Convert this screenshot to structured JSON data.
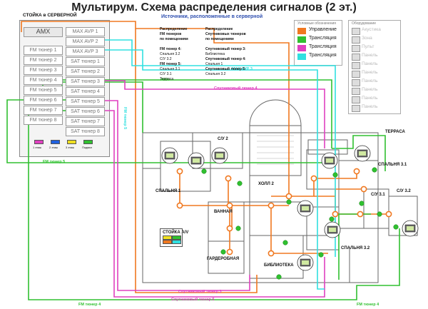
{
  "title": "Мультирум. Схема распределения сигналов (2 эт.)",
  "rack": {
    "label": "СТОЙКА в СЕРВЕРНОЙ",
    "col1": [
      "AMX",
      "FM тюнер 1",
      "FM тюнер 2",
      "FM тюнер 3",
      "FM тюнер 4",
      "FM тюнер 5",
      "FM тюнер 6",
      "FM тюнер 7",
      "FM тюнер 8"
    ],
    "col2": [
      "MAX AVP 1",
      "MAX AVP 2",
      "MAX AVP 3",
      "SAT тюнер 1",
      "SAT тюнер 2",
      "SAT тюнер 3",
      "SAT тюнер 4",
      "SAT тюнер 5",
      "SAT тюнер 6",
      "SAT тюнер 7",
      "SAT тюнер 8"
    ],
    "zones": [
      "1 этаж",
      "2 этаж",
      "3 этаж",
      "Подвал"
    ],
    "zone_colors": [
      "#e040c0",
      "#2060e0",
      "#f0e020",
      "#30c030"
    ]
  },
  "sources": {
    "title": "Источники, расположенные в серверной",
    "left": [
      "Распределение",
      "FM тюнеров",
      "по помещениям",
      "",
      "FM тюнер 4:",
      "Спальня 3.2",
      "С/У 3.2",
      "FM тюнер 5:",
      "Спальня 3.1",
      "С/У 3.1",
      "Терраса"
    ],
    "right": [
      "Распределение",
      "Спутниковых тюнеров",
      "по помещениям",
      "",
      "Спутниковый тюнер 3:",
      "Библиотека",
      "Спутниковый тюнер 4:",
      "Спальня 1",
      "Спутниковый тюнер 5:",
      "Спальня 3.2"
    ]
  },
  "legend": {
    "title": "Условные обозначения",
    "items": [
      {
        "label": "Управление",
        "color": "#f07820"
      },
      {
        "label": "Трансляция",
        "color": "#30c030"
      },
      {
        "label": "Трансляция",
        "color": "#e040c0"
      },
      {
        "label": "Трансляция",
        "color": "#30e0e0"
      }
    ]
  },
  "devices": {
    "title": "Оборудование",
    "items": [
      "Акустика",
      "Зона",
      "Пульт",
      "Панель",
      "Панель",
      "Панель",
      "Панель",
      "Панель",
      "Панель",
      "Панель"
    ]
  },
  "rooms": {
    "su2": "С/У 2",
    "bedroom1": "СПАЛЬНЯ 1",
    "hall2": "ХОЛЛ 2",
    "bath": "ВАННАЯ",
    "wardrobe": "ГАРДЕРОБНАЯ",
    "library": "БИБЛИОТЕКА",
    "bedroom31": "СПАЛЬНЯ 3.1",
    "bedroom32": "СПАЛЬНЯ 3.2",
    "su31": "С/У 3.1",
    "su32": "С/У 3.2",
    "terrace": "ТЕРРАСА",
    "rack_av": "СТОЙКА A/V"
  },
  "wire_labels": {
    "fm4": "FM тюнер 4",
    "fm5": "FM тюнер 5",
    "sat3": "Спутниковый тюнер 3",
    "sat4": "Спутниковый тюнер 4",
    "sat5": "Спутниковый тюнер 5",
    "avp": "MAX AVP 3",
    "amx": "AMX"
  },
  "colors": {
    "control": "#f07820",
    "green": "#30c030",
    "magenta": "#e040c0",
    "cyan": "#30e0e0",
    "wall": "#555555"
  }
}
